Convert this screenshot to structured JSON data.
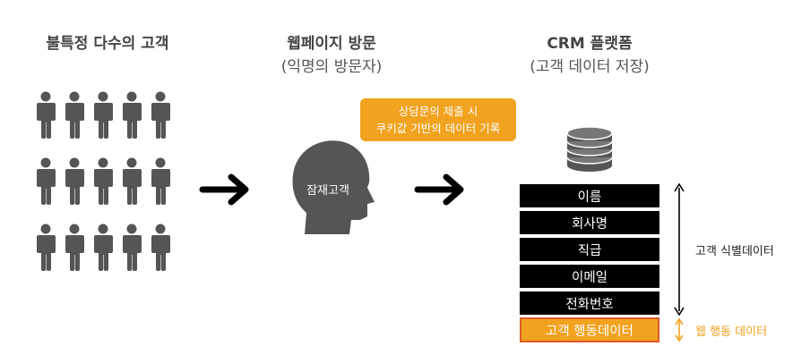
{
  "headings": {
    "crowd": {
      "main": "불특정 다수의 고객",
      "sub": ""
    },
    "visit": {
      "main": "웹페이지 방문",
      "sub": "(익명의 방문자)"
    },
    "crm": {
      "main": "CRM 플랫폼",
      "sub": "(고객 데이터 저장)"
    }
  },
  "anonymous_label": "잠재고객",
  "callout": {
    "line1": "상담문의 제출 시",
    "line2": "쿠키값 기반의 데이터 기록"
  },
  "crm_fields": [
    "이름",
    "회사명",
    "직급",
    "이메일",
    "전화번호"
  ],
  "behavior_field": "고객 행동데이터",
  "side_notes": {
    "identity": "고객 식별데이터",
    "web": "웹 행동 데이터"
  },
  "colors": {
    "accent": "#f1a21f",
    "outline": "#e05a2a",
    "figure": "#555555"
  }
}
